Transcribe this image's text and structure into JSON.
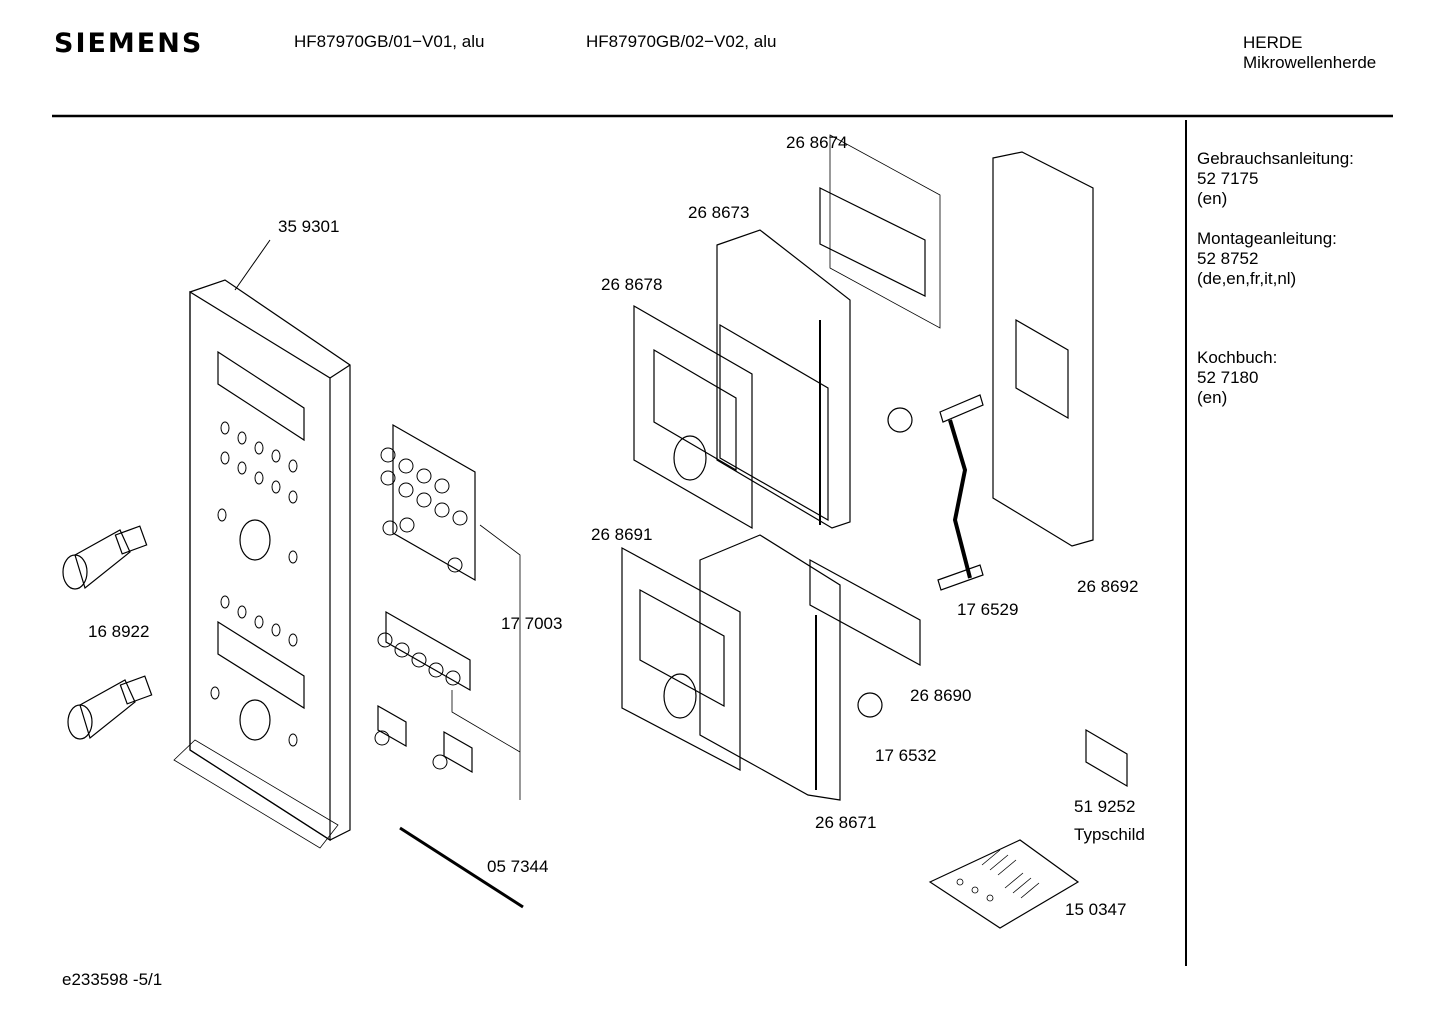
{
  "header": {
    "brand": "SIEMENS",
    "model_1": "HF87970GB/01−V01, alu",
    "model_2": "HF87970GB/02−V02, alu",
    "category": "HERDE",
    "subcategory": "Mikrowellenherde"
  },
  "sidebar": {
    "manual_title": "Gebrauchsanleitung:",
    "manual_number": "52 7175",
    "manual_lang": "(en)",
    "install_title": "Montageanleitung:",
    "install_number": "52 8752",
    "install_lang": "(de,en,fr,it,nl)",
    "cookbook_title": "Kochbuch:",
    "cookbook_number": "52 7180",
    "cookbook_lang": "(en)"
  },
  "parts": [
    "35 9301",
    "16 8922",
    "17 7003",
    "05 7344",
    "26 8674",
    "26 8673",
    "26 8678",
    "26 8691",
    "26 8671",
    "17 6532",
    "26 8690",
    "17 6529",
    "26 8692",
    "51 9252",
    "Typschild",
    "15 0347"
  ],
  "footer": {
    "doc_id": "e233598  -5/1"
  }
}
